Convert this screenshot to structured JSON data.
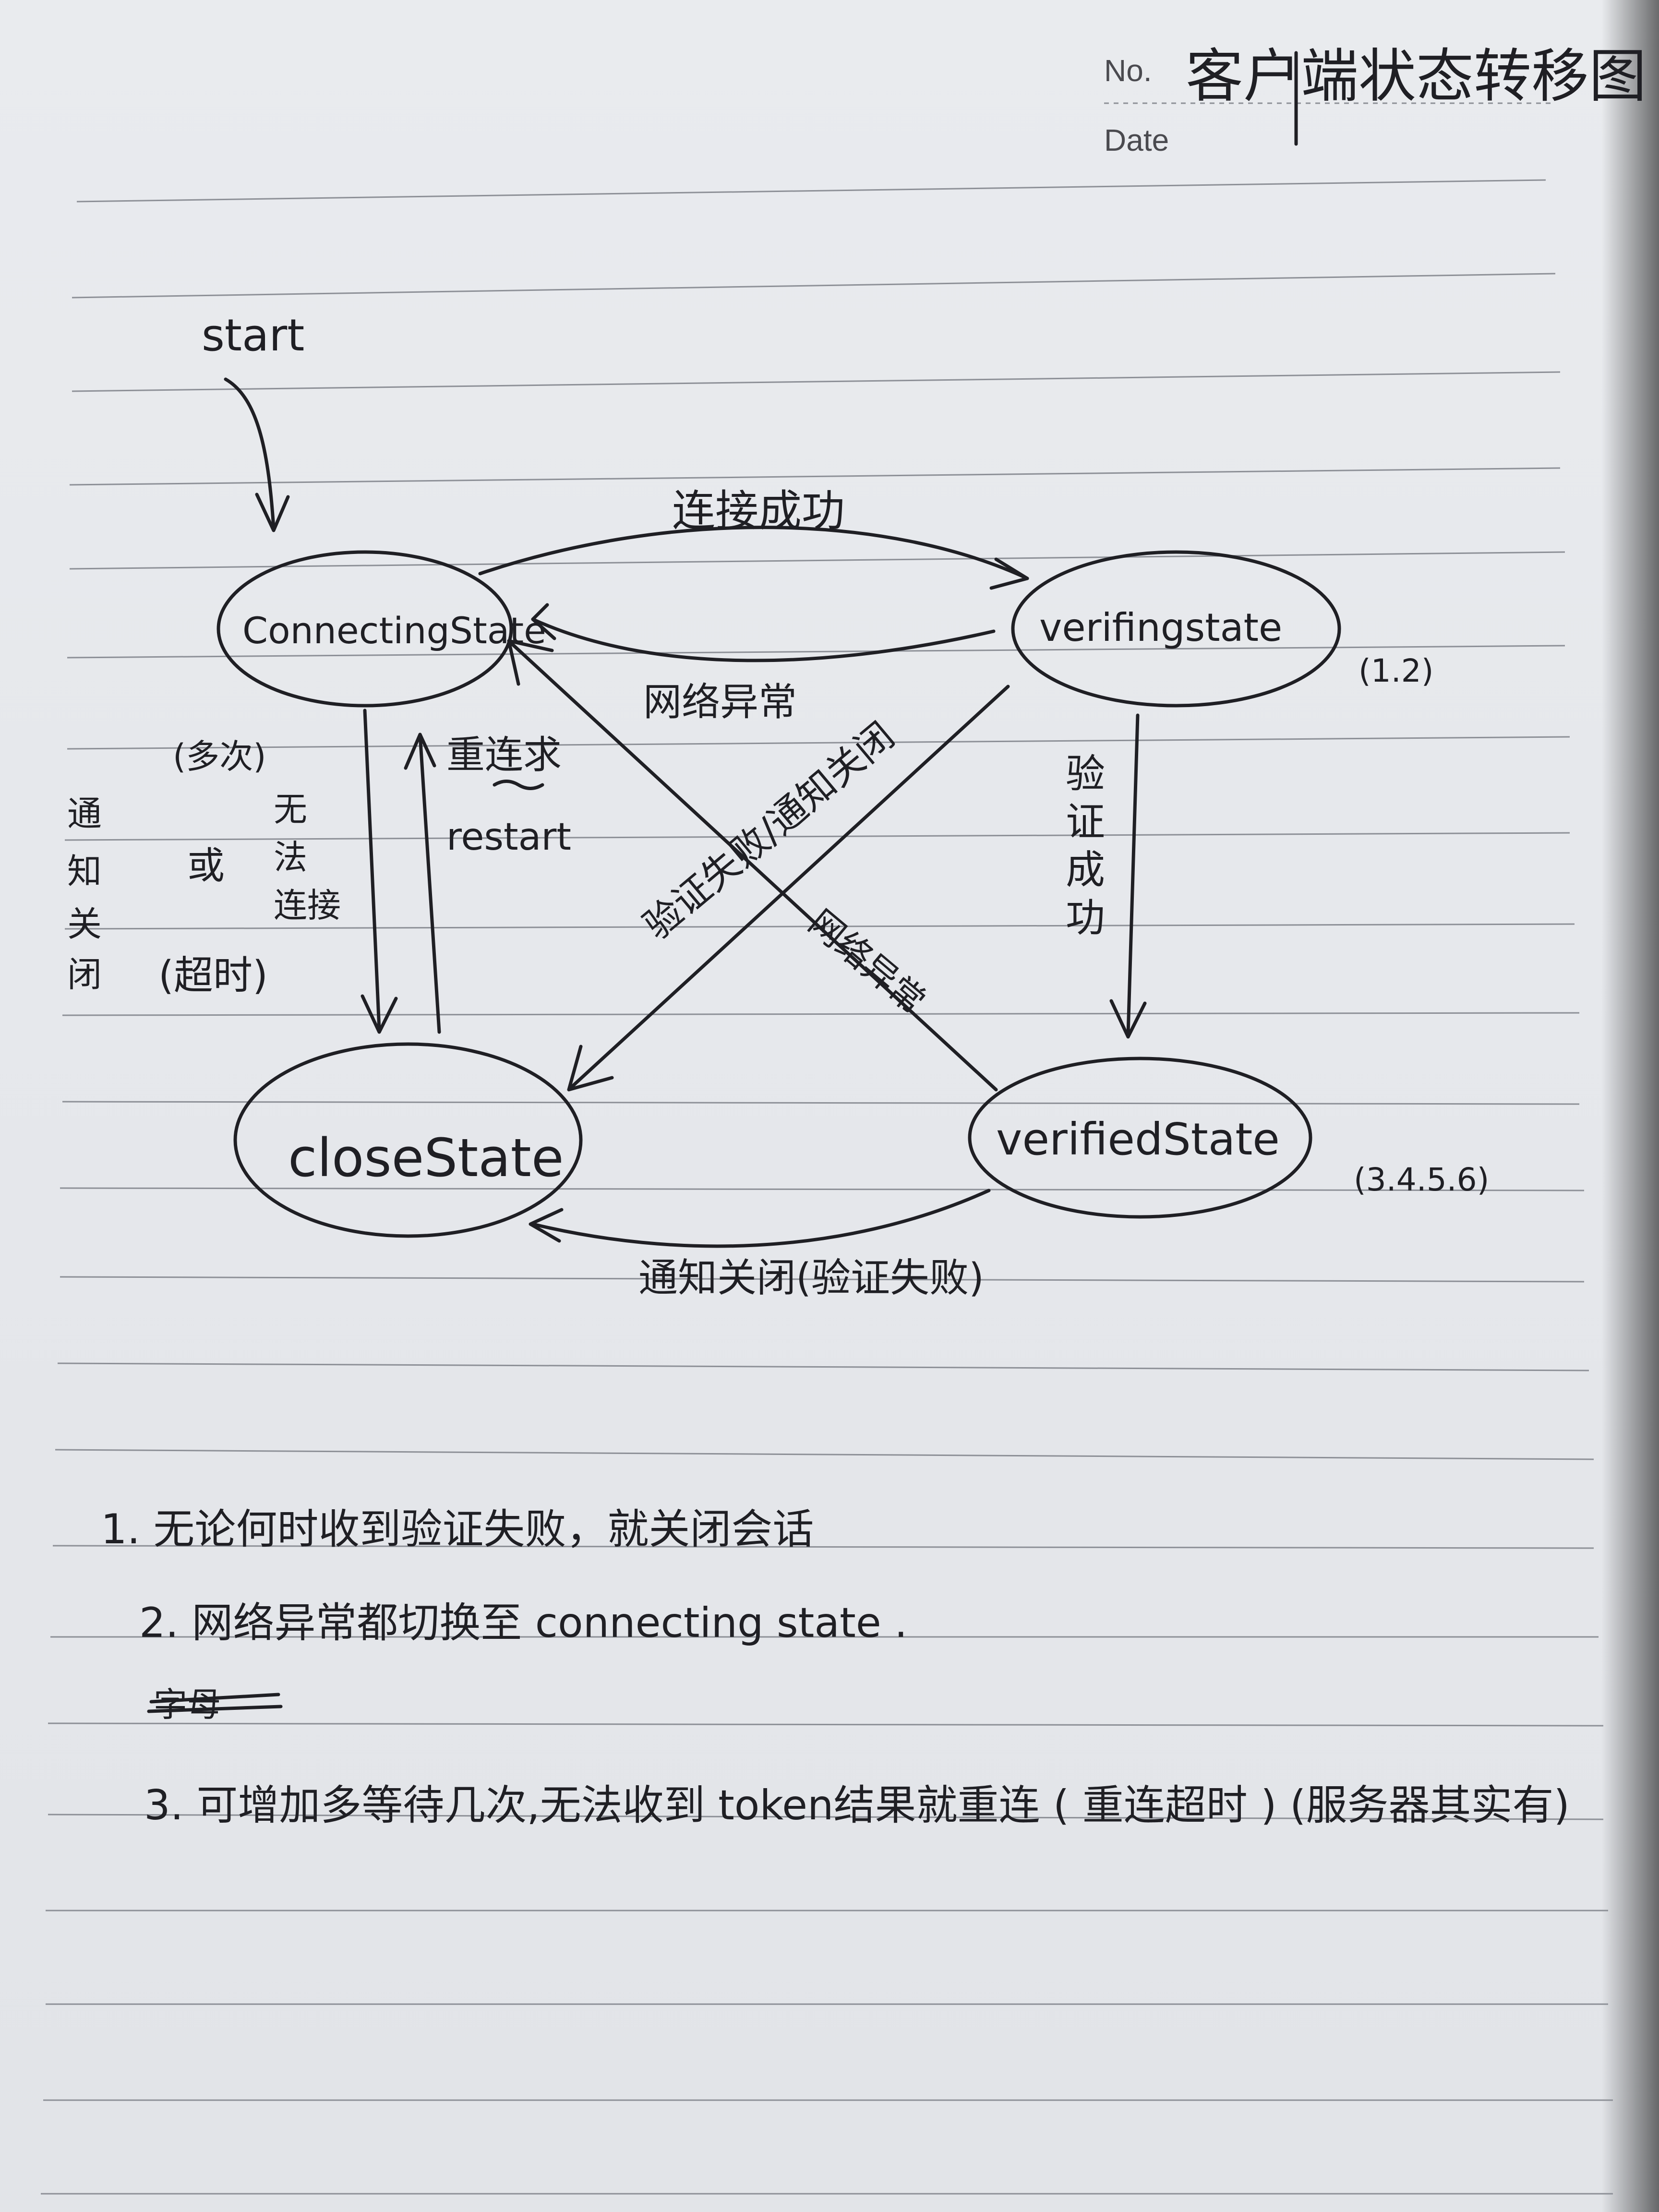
{
  "header": {
    "no_label": "No.",
    "date_label": "Date",
    "title": "客户端状态转移图"
  },
  "diagram": {
    "start_label": "start",
    "states": {
      "connecting": "ConnectingState",
      "verifying": "verifingstate",
      "verifying_note": "(1.2)",
      "close": "closeState",
      "verified": "verifiedState",
      "verified_note": "(3.4.5.6)"
    },
    "transitions": {
      "connect_success": "连接成功",
      "network_error_top": "网络异常",
      "verify_success": "验证成功",
      "retry_label": "重连求",
      "restart_label": "restart",
      "multiple_times": "(多次)",
      "cannot_connect": "无法连接",
      "or": "或",
      "timeout": "(超时)",
      "notify_close_left": "通知关闭",
      "verify_fail_notify_close": "验证失败/通知关闭",
      "network_error_diag": "网络异常",
      "notify_close_verify_fail": "通知关闭(验证失败)"
    }
  },
  "notes": {
    "note1": "1. 无论何时收到验证失败，就关闭会话",
    "note2": "2. 网络异常都切换至 connecting state .",
    "note2_crossed": "字母",
    "note3": "3. 可增加多等待几次,无法收到 token结果就重连 ( 重连超时 ) (服务器其实有)"
  }
}
